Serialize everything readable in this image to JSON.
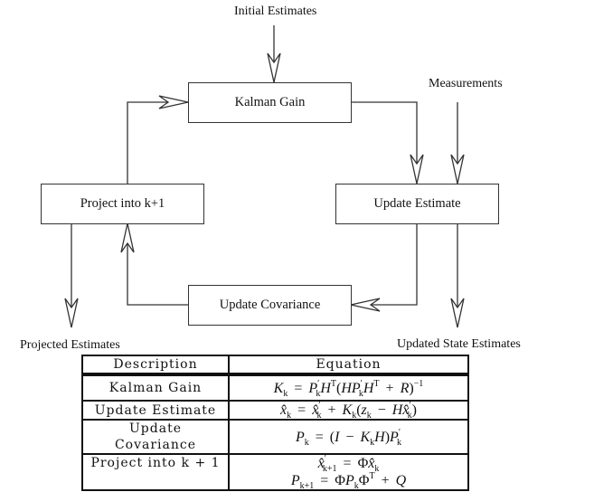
{
  "labels": {
    "initial_estimates": "Initial Estimates",
    "measurements": "Measurements",
    "projected_estimates": "Projected Estimates",
    "updated_state_estimates": "Updated State Estimates"
  },
  "boxes": {
    "kalman_gain": "Kalman Gain",
    "update_estimate": "Update Estimate",
    "update_covariance": "Update Covariance",
    "project": "Project into k+1"
  },
  "table": {
    "headers": [
      "Description",
      "Equation"
    ],
    "rows": [
      {
        "description": "Kalman Gain",
        "equations": [
          [
            {
              "b": "K",
              "sub": "k"
            },
            {
              "op": "="
            },
            {
              "b": "P",
              "sup": "′",
              "sub": "k"
            },
            {
              "b": "H",
              "sup": "T"
            },
            {
              "t": "("
            },
            {
              "b": "HP",
              "sup": "′",
              "sub": "k"
            },
            {
              "b": "H",
              "sup": "T"
            },
            {
              "op": "+"
            },
            {
              "b": "R"
            },
            {
              "t": ")",
              "sup": "−1"
            }
          ]
        ]
      },
      {
        "description": "Update Estimate",
        "equations": [
          [
            {
              "b": "x̂",
              "sub": "k"
            },
            {
              "op": "="
            },
            {
              "b": "x̂",
              "sup": "′",
              "sub": "k"
            },
            {
              "op": "+"
            },
            {
              "b": "K",
              "sub": "k"
            },
            {
              "t": "("
            },
            {
              "b": "z",
              "sub": "k"
            },
            {
              "op": "−"
            },
            {
              "b": "Hx̂",
              "sup": "′",
              "sub": "k"
            },
            {
              "t": ")"
            }
          ]
        ]
      },
      {
        "description": "Update Covariance",
        "equations": [
          [
            {
              "b": "P",
              "sub": "k"
            },
            {
              "op": "="
            },
            {
              "t": "("
            },
            {
              "b": "I"
            },
            {
              "op": "−"
            },
            {
              "b": "K",
              "sub": "k"
            },
            {
              "b": "H"
            },
            {
              "t": ")"
            },
            {
              "b": "P",
              "sup": "′",
              "sub": "k"
            }
          ]
        ]
      },
      {
        "description": "Project into k + 1",
        "equations": [
          [
            {
              "b": "x̂",
              "sup": "′",
              "sub": "k+1"
            },
            {
              "op": "="
            },
            {
              "t": "Φ"
            },
            {
              "b": "x̂",
              "sub": "k"
            }
          ],
          [
            {
              "b": "P",
              "sub": "k+1"
            },
            {
              "op": "="
            },
            {
              "t": "Φ"
            },
            {
              "b": "P",
              "sub": "k"
            },
            {
              "t": "Φ",
              "sup": "T"
            },
            {
              "op": "+"
            },
            {
              "b": "Q"
            }
          ]
        ]
      }
    ]
  }
}
